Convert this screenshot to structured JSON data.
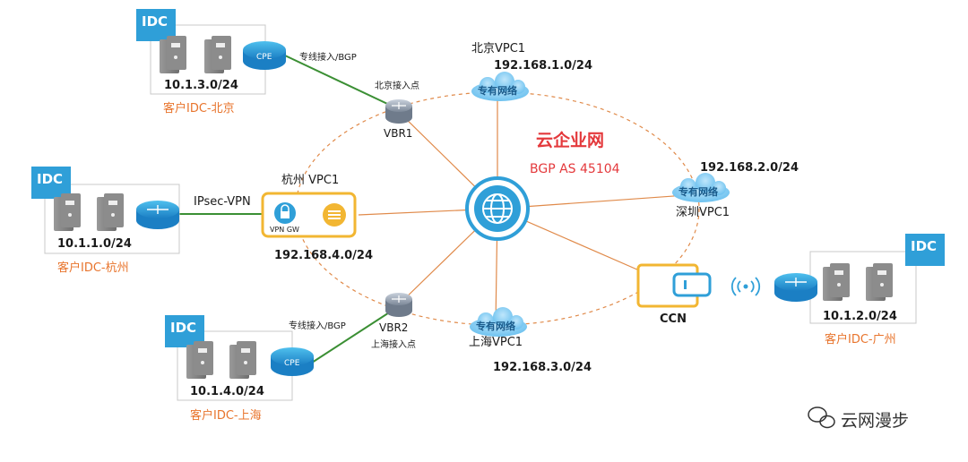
{
  "hub": {
    "title": "云企业网",
    "subtitle": "BGP AS 45104"
  },
  "idc_beijing": {
    "logo": "IDC",
    "subnet": "10.1.3.0/24",
    "label": "客户IDC-北京",
    "cpe": "CPE",
    "link_label": "专线接入/BGP",
    "access_point": "北京接入点",
    "vbr": "VBR1"
  },
  "idc_hangzhou": {
    "logo": "IDC",
    "subnet": "10.1.1.0/24",
    "label": "客户IDC-杭州",
    "link_label": "IPsec-VPN",
    "vpc_name": "杭州 VPC1",
    "vpn_gw": "VPN GW",
    "vpc_cidr": "192.168.4.0/24"
  },
  "idc_shanghai": {
    "logo": "IDC",
    "subnet": "10.1.4.0/24",
    "label": "客户IDC-上海",
    "cpe": "CPE",
    "link_label": "专线接入/BGP",
    "access_point": "上海接入点",
    "vbr": "VBR2"
  },
  "idc_guangzhou": {
    "logo": "IDC",
    "subnet": "10.1.2.0/24",
    "label": "客户IDC-广州",
    "ccn": "CCN"
  },
  "vpc_beijing": {
    "name": "北京VPC1",
    "cidr": "192.168.1.0/24",
    "cloud": "专有网络"
  },
  "vpc_shenzhen": {
    "name": "深圳VPC1",
    "cidr": "192.168.2.0/24",
    "cloud": "专有网络"
  },
  "vpc_shanghai": {
    "name": "上海VPC1",
    "cidr": "192.168.3.0/24",
    "cloud": "专有网络"
  },
  "watermark": {
    "text": "云网漫步",
    "icon": "wechat-icon"
  },
  "colors": {
    "orange": "#e8742c",
    "red": "#e4393c",
    "accent_blue": "#2f9fd8",
    "link_green": "#3b8f34",
    "ring": "#e08a4a",
    "highlight": "#f2b632"
  }
}
